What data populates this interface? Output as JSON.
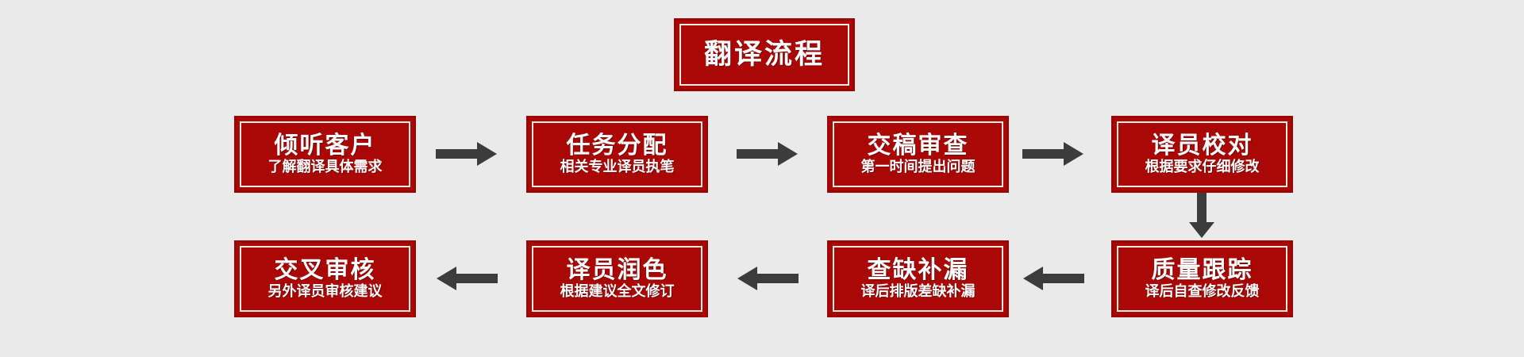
{
  "diagram": {
    "title": "翻译流程",
    "background_color": "#eaeaea",
    "box_fill_color": "#aa0707",
    "box_border_color": "#9d0404",
    "box_inner_line_color": "#f3ece3",
    "text_color": "#ffffff",
    "arrow_color": "#3c3c3c",
    "steps": [
      {
        "index": 1,
        "title": "倾听客户",
        "subtitle": "了解翻译具体需求"
      },
      {
        "index": 2,
        "title": "任务分配",
        "subtitle": "相关专业译员执笔"
      },
      {
        "index": 3,
        "title": "交稿审查",
        "subtitle": "第一时间提出问题"
      },
      {
        "index": 4,
        "title": "译员校对",
        "subtitle": "根据要求仔细修改"
      },
      {
        "index": 5,
        "title": "质量跟踪",
        "subtitle": "译后自查修改反馈"
      },
      {
        "index": 6,
        "title": "查缺补漏",
        "subtitle": "译后排版差缺补漏"
      },
      {
        "index": 7,
        "title": "译员润色",
        "subtitle": "根据建议全文修订"
      },
      {
        "index": 8,
        "title": "交叉审核",
        "subtitle": "另外译员审核建议"
      }
    ],
    "connectors": [
      {
        "id": "c1",
        "from": 1,
        "to": 2,
        "direction": "right"
      },
      {
        "id": "c2",
        "from": 2,
        "to": 3,
        "direction": "right"
      },
      {
        "id": "c3",
        "from": 3,
        "to": 4,
        "direction": "right"
      },
      {
        "id": "c4",
        "from": 4,
        "to": 5,
        "direction": "down"
      },
      {
        "id": "c5",
        "from": 5,
        "to": 6,
        "direction": "left"
      },
      {
        "id": "c6",
        "from": 6,
        "to": 7,
        "direction": "left"
      },
      {
        "id": "c7",
        "from": 7,
        "to": 8,
        "direction": "left"
      }
    ]
  }
}
